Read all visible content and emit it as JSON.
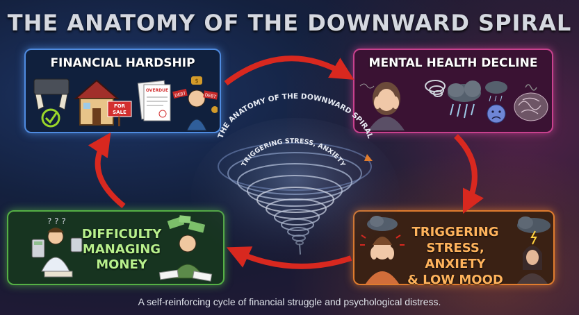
{
  "title": "THE ANATOMY OF THE DOWNWARD SPIRAL",
  "panels": {
    "financial": {
      "label": "FINANCIAL HARDSHIP",
      "sale_sign": "FOR SALE",
      "overdue": "OVERDUE",
      "debt": "DEBT"
    },
    "mental": {
      "label": "MENTAL HEALTH DECLINE"
    },
    "triggering": {
      "line1": "TRIGGERING",
      "line2": "STRESS, ANXIETY",
      "line3": "& LOW MOOD"
    },
    "difficulty": {
      "line1": "DIFFICULTY",
      "line2": "MANAGING",
      "line3": "MONEY"
    }
  },
  "spiral": {
    "outer_text": "THE ANATOMY OF THE DOWNWARD SPIRAL",
    "inner_text": "TRIGGERING STRESS, ANXIETY"
  },
  "caption": "A self-reinforcing cycle of financial struggle and psychological distress.",
  "colors": {
    "financial": "#4f8be0",
    "mental": "#c8418e",
    "triggering": "#e07c2e",
    "difficulty": "#55b045",
    "arrow": "#d8281f"
  }
}
